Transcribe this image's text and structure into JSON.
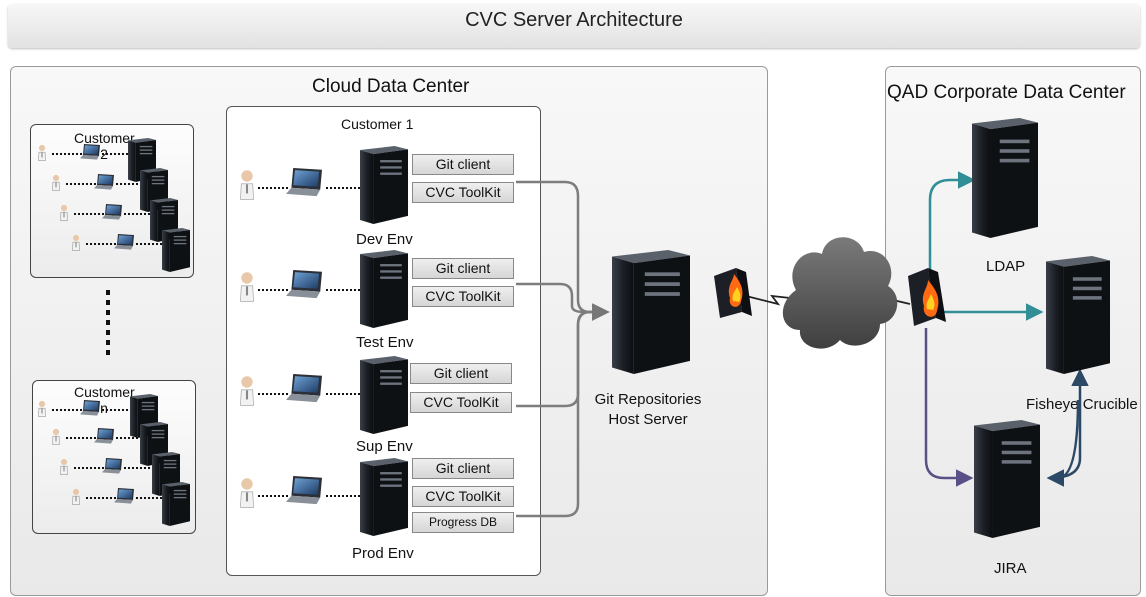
{
  "title": "CVC Server Architecture",
  "cloud": {
    "title": "Cloud Data Center",
    "customer1_title": "Customer 1",
    "customer2_title": "Customer 2",
    "customern_title": "Customer n",
    "environments": [
      {
        "name": "Dev Env",
        "tools": [
          "Git client",
          "CVC ToolKit"
        ]
      },
      {
        "name": "Test Env",
        "tools": [
          "Git client",
          "CVC ToolKit"
        ]
      },
      {
        "name": "Sup Env",
        "tools": [
          "Git client",
          "CVC ToolKit"
        ]
      },
      {
        "name": "Prod Env",
        "tools": [
          "Git client",
          "CVC ToolKit",
          "Progress DB"
        ]
      }
    ],
    "git_server": "Git Repositories\nHost Server"
  },
  "qad": {
    "title": "QAD Corporate Data Center",
    "ldap": "LDAP",
    "fisheye": "Fisheye Crucible",
    "jira": "JIRA"
  },
  "colors": {
    "teal_arrow": "#2f8e96",
    "purple_arrow": "#5a4f86",
    "navy_arrow": "#2b4966",
    "gray_arrow": "#777777"
  }
}
